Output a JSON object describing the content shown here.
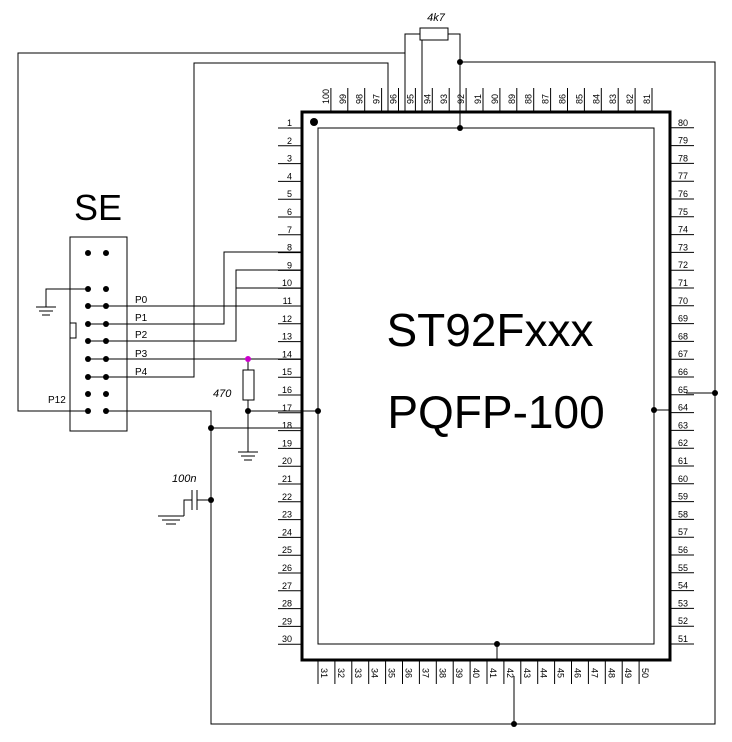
{
  "chip": {
    "name": "ST92Fxxx",
    "package": "PQFP-100",
    "pins": {
      "left": [
        "1",
        "2",
        "3",
        "4",
        "5",
        "6",
        "7",
        "8",
        "9",
        "10",
        "11",
        "12",
        "13",
        "14",
        "15",
        "16",
        "17",
        "18",
        "19",
        "20",
        "21",
        "22",
        "23",
        "24",
        "25",
        "26",
        "27",
        "28",
        "29",
        "30"
      ],
      "bottom": [
        "31",
        "32",
        "33",
        "34",
        "35",
        "36",
        "37",
        "38",
        "39",
        "40",
        "41",
        "42",
        "43",
        "44",
        "45",
        "46",
        "47",
        "48",
        "49",
        "50"
      ],
      "right": [
        "51",
        "52",
        "53",
        "54",
        "55",
        "56",
        "57",
        "58",
        "59",
        "60",
        "61",
        "62",
        "63",
        "64",
        "65",
        "66",
        "67",
        "68",
        "69",
        "70",
        "71",
        "72",
        "73",
        "74",
        "75",
        "76",
        "77",
        "78",
        "79",
        "80"
      ],
      "top": [
        "81",
        "82",
        "83",
        "84",
        "85",
        "86",
        "87",
        "88",
        "89",
        "90",
        "91",
        "92",
        "93",
        "94",
        "95",
        "96",
        "97",
        "98",
        "99",
        "100"
      ]
    }
  },
  "connector": {
    "name": "SE",
    "labels": [
      "P0",
      "P1",
      "P2",
      "P3",
      "P4",
      "P12"
    ]
  },
  "components": {
    "pullup": "4k7",
    "resistor": "470",
    "capacitor": "100n"
  },
  "colors": {
    "p0": "#0000cc",
    "p1": "#cc0000",
    "p2": "#cc0000",
    "p3": "#cc00cc",
    "p4": "#008800",
    "p2_branch": "#990099"
  }
}
